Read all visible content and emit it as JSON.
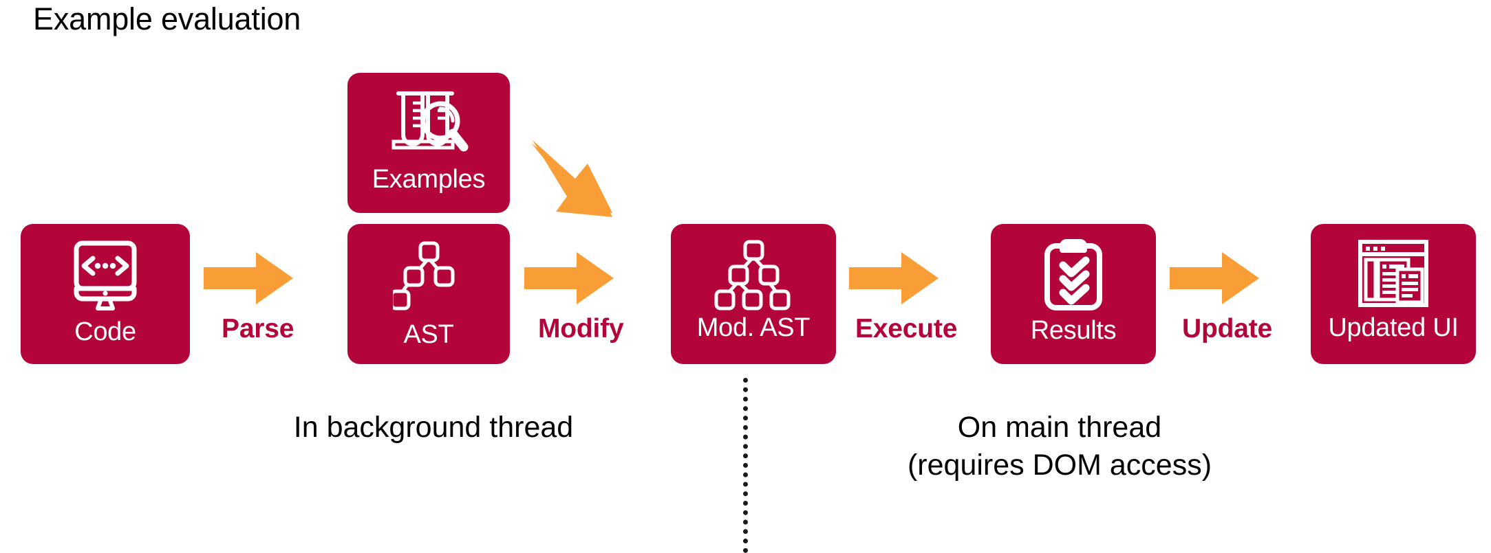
{
  "title": "Example evaluation",
  "colors": {
    "brand_crimson": "#B3053A",
    "accent_orange": "#F99D36",
    "text_black": "#000000",
    "node_text": "#FFFFFF",
    "background": "#FFFFFF",
    "divider": "#1A1A1A"
  },
  "nodes": [
    {
      "id": "code",
      "label": "Code",
      "icon": "monitor-code-icon"
    },
    {
      "id": "examples",
      "label": "Examples",
      "icon": "test-tubes-magnifier-icon"
    },
    {
      "id": "ast",
      "label": "AST",
      "icon": "tree-four-node-icon"
    },
    {
      "id": "modast",
      "label": "Mod. AST",
      "icon": "tree-six-node-icon"
    },
    {
      "id": "results",
      "label": "Results",
      "icon": "clipboard-checklist-icon"
    },
    {
      "id": "ui",
      "label": "Updated UI",
      "icon": "browser-window-icon"
    }
  ],
  "arrows": [
    {
      "id": "parse",
      "label": "Parse",
      "from": "code",
      "to": "ast",
      "direction": "right"
    },
    {
      "id": "modify",
      "label": "Modify",
      "from": "ast",
      "to": "modast",
      "direction": "right"
    },
    {
      "id": "execute",
      "label": "Execute",
      "from": "modast",
      "to": "results",
      "direction": "right"
    },
    {
      "id": "update",
      "label": "Update",
      "from": "results",
      "to": "ui",
      "direction": "right"
    },
    {
      "id": "diagonal",
      "label": "",
      "from": "examples",
      "to": "modast",
      "direction": "down-right"
    }
  ],
  "captions": {
    "background": {
      "lines": [
        "In background thread"
      ]
    },
    "main": {
      "lines": [
        "On main thread",
        "(requires DOM access)"
      ]
    }
  },
  "divider": {
    "style": "dotted-vertical"
  }
}
